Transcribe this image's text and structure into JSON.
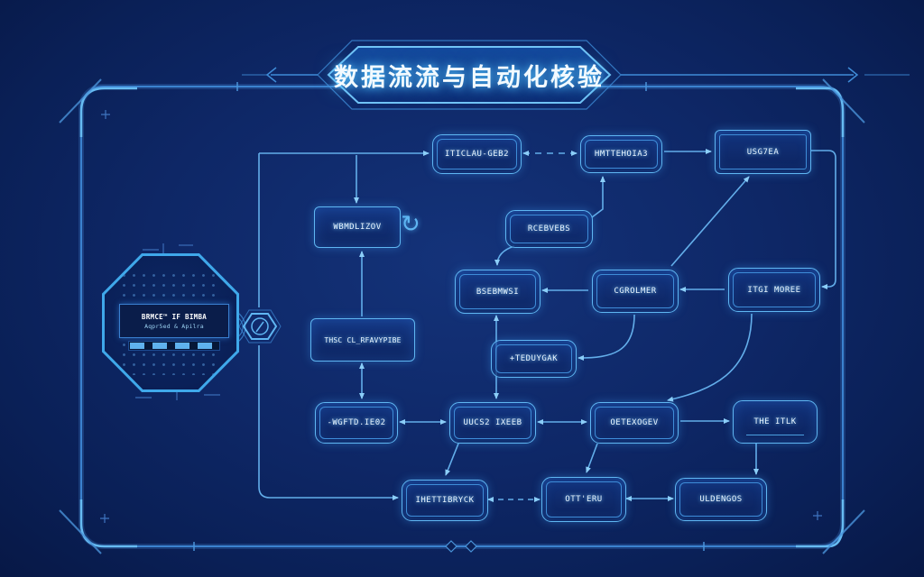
{
  "header": {
    "title": "数据流流与自动化核验"
  },
  "nodes": {
    "n1": {
      "label": "ITICLAU-GEB2"
    },
    "n2": {
      "label": "HMTTEHOIA3"
    },
    "n3": {
      "label": "USG7EA"
    },
    "n4": {
      "label": "WBMDLIZOV"
    },
    "n5": {
      "label": "RCEBVEBS"
    },
    "n6": {
      "label": "BSEBMWSI"
    },
    "n7": {
      "label": "CGROLMER"
    },
    "n8": {
      "label": "ITGI MOREE"
    },
    "n9": {
      "label": "THSC CL_RFAVYPIBE"
    },
    "n10": {
      "label": "+TEDUYGAK"
    },
    "n11": {
      "label": "-WGFTD.IE02"
    },
    "n12": {
      "label": "UUCS2 IXEEB"
    },
    "n13": {
      "label": "OETEXOGEV"
    },
    "n14": {
      "label": "THE ITLK"
    },
    "n15": {
      "label": "IHETTIBRYCK"
    },
    "n16": {
      "label": "OTT'ERU"
    },
    "n17": {
      "label": "ULDENGOS"
    }
  },
  "octagon": {
    "title_line": "BRMCE™ IF BIMBA",
    "subtitle_line": "Aqpr5ed & Apilra"
  },
  "icons": {
    "refresh_glyph": "↻",
    "clock_icon": "clock-hexagon-icon"
  },
  "colors": {
    "background": "#0d2460",
    "frame": "#3b82cf",
    "node_border": "#5fb6f2",
    "line": "#63aeea",
    "glow": "#7fd0ff",
    "title_text": "#f2faff"
  },
  "edges": [
    {
      "from": "frame-left-line",
      "to": "n1",
      "style": "solid-arrow"
    },
    {
      "from": "n1",
      "to": "n2",
      "style": "dashed-double-arrow"
    },
    {
      "from": "n2",
      "to": "n3",
      "style": "solid-arrow"
    },
    {
      "from": "n5",
      "to": "n2",
      "style": "solid-arrow"
    },
    {
      "from": "n5",
      "to": "n6",
      "style": "curved-arrow"
    },
    {
      "from": "top-line",
      "to": "n4",
      "style": "solid-arrow"
    },
    {
      "from": "n9",
      "to": "n4",
      "style": "solid-arrow"
    },
    {
      "from": "n9",
      "to": "n11",
      "style": "double-arrow"
    },
    {
      "from": "n11",
      "to": "n12",
      "style": "double-arrow"
    },
    {
      "from": "n12",
      "to": "n13",
      "style": "double-arrow"
    },
    {
      "from": "n13",
      "to": "n14",
      "style": "solid-arrow"
    },
    {
      "from": "n6",
      "to": "n12",
      "style": "double-arrow"
    },
    {
      "from": "n7",
      "to": "n6",
      "style": "solid-arrow"
    },
    {
      "from": "n8",
      "to": "n7",
      "style": "solid-arrow"
    },
    {
      "from": "n7",
      "to": "n10",
      "style": "curved-arrow"
    },
    {
      "from": "n8",
      "to": "n13",
      "style": "curved-arrow"
    },
    {
      "from": "n7",
      "to": "n3",
      "style": "diagonal-arrow"
    },
    {
      "from": "n3",
      "to": "n8",
      "style": "elbow-arrow"
    },
    {
      "from": "n14",
      "to": "n17",
      "style": "solid-arrow"
    },
    {
      "from": "n12",
      "to": "n15",
      "style": "solid-arrow"
    },
    {
      "from": "n13",
      "to": "n16",
      "style": "solid-arrow"
    },
    {
      "from": "left-line",
      "to": "n15",
      "style": "elbow-arrow"
    },
    {
      "from": "n15",
      "to": "n16",
      "style": "dashed-double-arrow"
    },
    {
      "from": "n16",
      "to": "n17",
      "style": "double-arrow"
    }
  ]
}
